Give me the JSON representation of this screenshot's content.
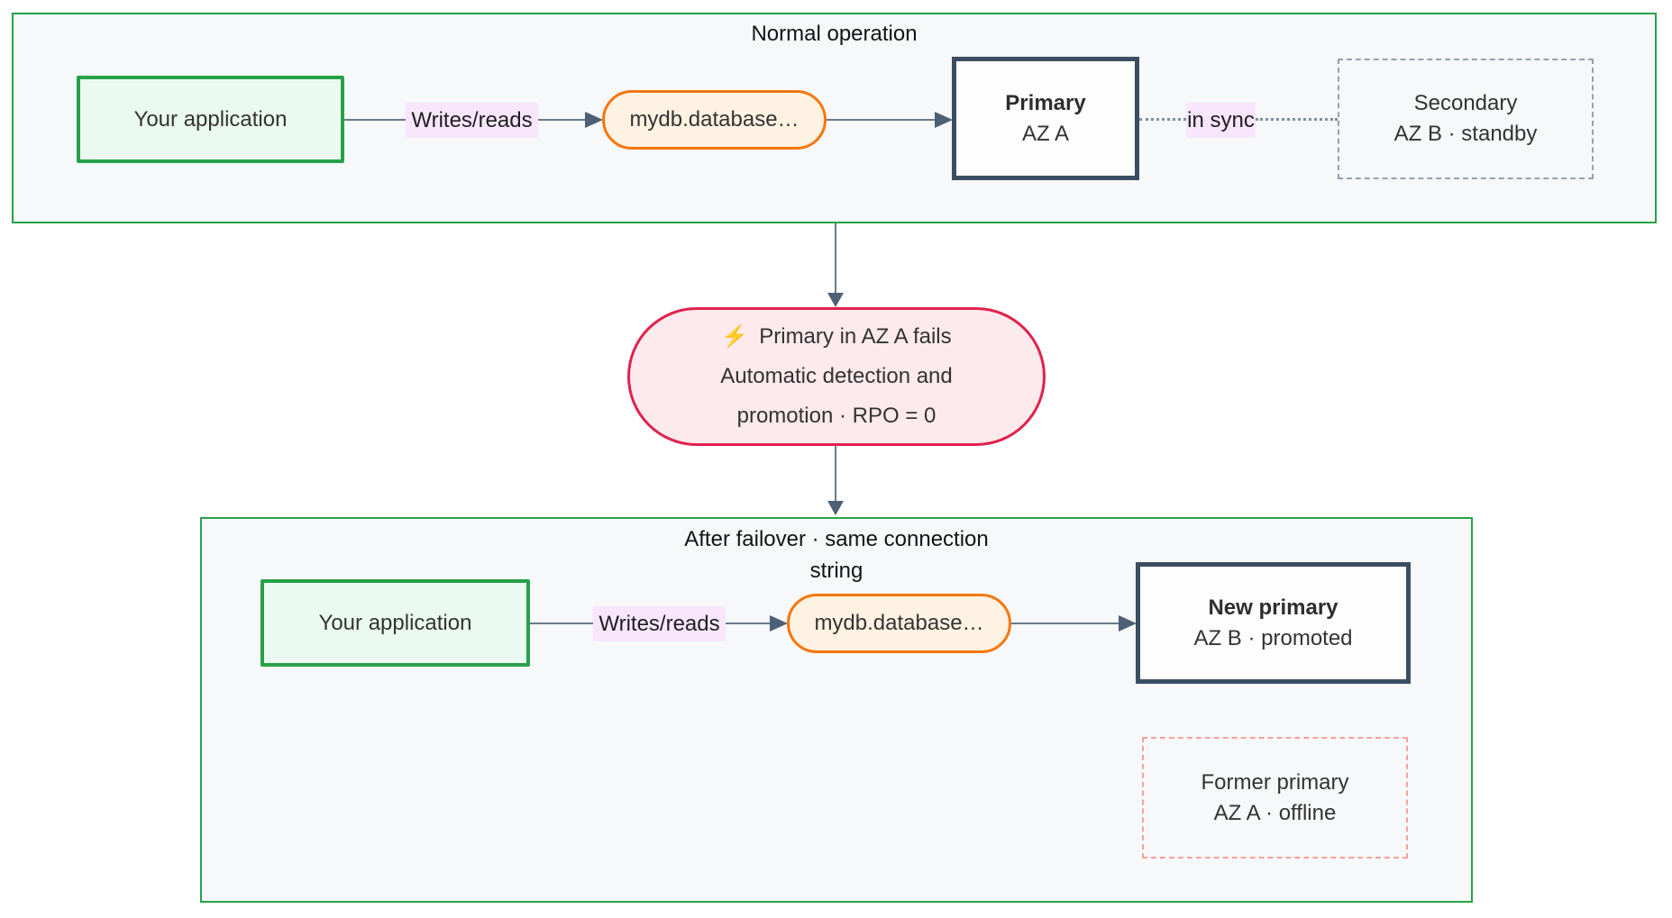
{
  "top_section": {
    "title": "Normal operation",
    "app_label": "Your application",
    "edge_label": "Writes/reads",
    "dns_label": "mydb.database…",
    "primary_title": "Primary",
    "primary_sub": "AZ A",
    "sync_label": "in sync",
    "secondary_title": "Secondary",
    "secondary_sub": "AZ B · standby"
  },
  "failover_node": {
    "bolt_icon": "⚡",
    "line1": "Primary in AZ A fails",
    "line2": "Automatic detection and",
    "line3": "promotion · RPO = 0"
  },
  "bottom_section": {
    "title_line1": "After failover · same connection",
    "title_line2": "string",
    "app_label": "Your application",
    "edge_label": "Writes/reads",
    "dns_label": "mydb.database…",
    "new_primary_title": "New primary",
    "new_primary_sub": "AZ B · promoted",
    "former_title": "Former primary",
    "former_sub": "AZ A · offline"
  },
  "colors": {
    "section_border_green": "#28a248",
    "app_border_green": "#27a149",
    "dns_border_orange": "#f7760d",
    "primary_border_slate": "#3b4d61",
    "failover_border_crimson": "#e0224e",
    "edge_label_lavender": "#f8e6fc",
    "edge_line_slate": "#6a7a8e",
    "former_border_salmon": "#faa09a"
  }
}
